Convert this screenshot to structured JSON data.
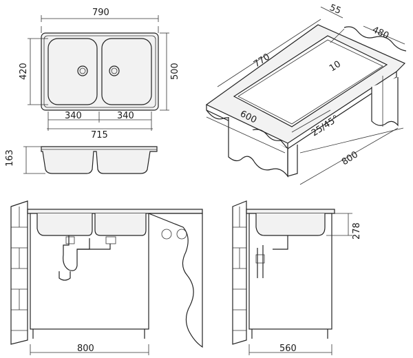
{
  "top_view": {
    "width": "790",
    "depth": "500",
    "bowl_depth": "420",
    "bowl_left": "340",
    "bowl_right": "340",
    "bowls_total": "715"
  },
  "side_view": {
    "height": "163"
  },
  "cutout": {
    "top_margin": "55",
    "depth": "480",
    "length": "770",
    "edge": "10",
    "depth_front": "600",
    "radius": "25/45°",
    "cabinet": "800"
  },
  "front_install": {
    "cabinet_width": "800"
  },
  "side_install": {
    "cabinet_depth": "560",
    "bowl_height": "278"
  },
  "colors": {
    "stroke": "#222222",
    "sink_fill": "#f2f2f2",
    "wall_fill": "#ffffff"
  }
}
